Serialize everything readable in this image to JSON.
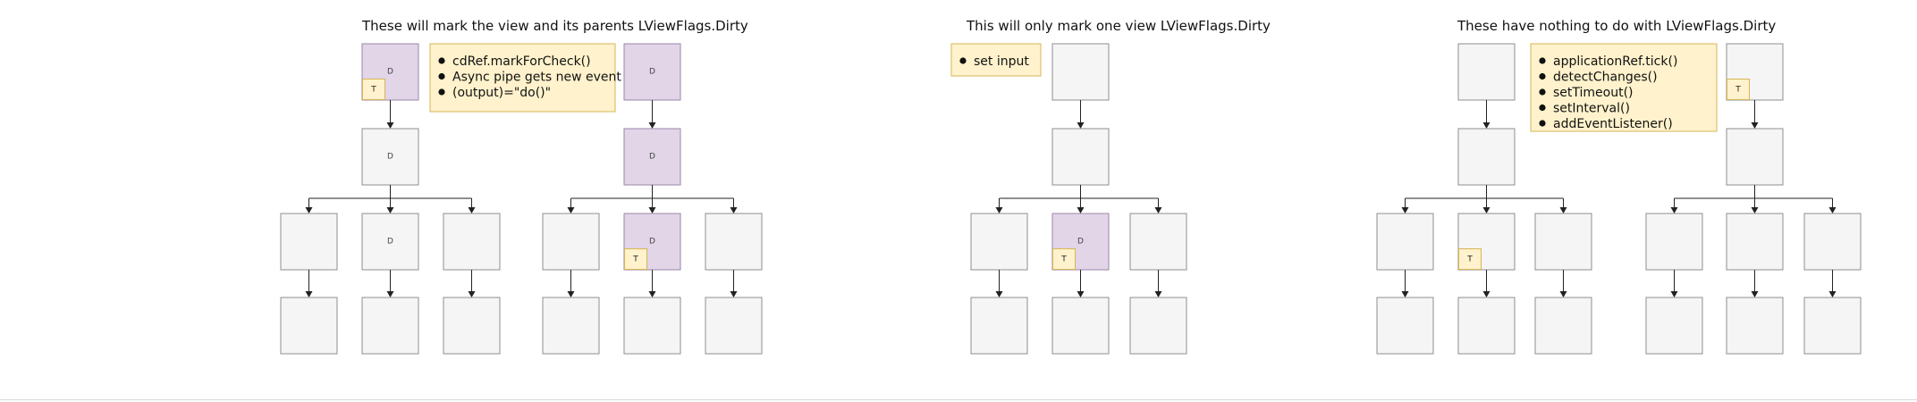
{
  "labels": {
    "dirty": "D",
    "tick": "T"
  },
  "panels": [
    {
      "title": "These will mark the view and its parents LViewFlags.Dirty",
      "note_items": [
        "cdRef.markForCheck()",
        "Async pipe gets new event",
        "(output)=\"do()\""
      ],
      "trees": [
        {
          "root_dirty": true,
          "root_tick": true,
          "mid_dirty": false,
          "mid_label": true,
          "marked_child": 1,
          "marked_dirty": false,
          "marked_label": true,
          "marked_tick": false
        },
        {
          "root_dirty": true,
          "root_tick": false,
          "mid_dirty": true,
          "mid_label": true,
          "marked_child": 1,
          "marked_dirty": true,
          "marked_label": true,
          "marked_tick": true
        }
      ]
    },
    {
      "title": "This will only mark one view LViewFlags.Dirty",
      "note_items": [
        "set input"
      ],
      "trees": [
        {
          "root_dirty": false,
          "root_tick": false,
          "mid_dirty": false,
          "mid_label": false,
          "marked_child": 1,
          "marked_dirty": true,
          "marked_label": true,
          "marked_tick": true
        }
      ]
    },
    {
      "title": "These have nothing to do with LViewFlags.Dirty",
      "note_items": [
        "applicationRef.tick()",
        "detectChanges()",
        "setTimeout()",
        "setInterval()",
        "addEventListener()"
      ],
      "trees": [
        {
          "root_dirty": false,
          "root_tick": false,
          "mid_dirty": false,
          "mid_label": false,
          "marked_child": 1,
          "marked_dirty": false,
          "marked_label": false,
          "marked_tick": true
        },
        {
          "root_dirty": false,
          "root_tick": true,
          "mid_dirty": false,
          "mid_label": false,
          "marked_child": -1,
          "marked_dirty": false,
          "marked_label": false,
          "marked_tick": false
        }
      ]
    }
  ]
}
